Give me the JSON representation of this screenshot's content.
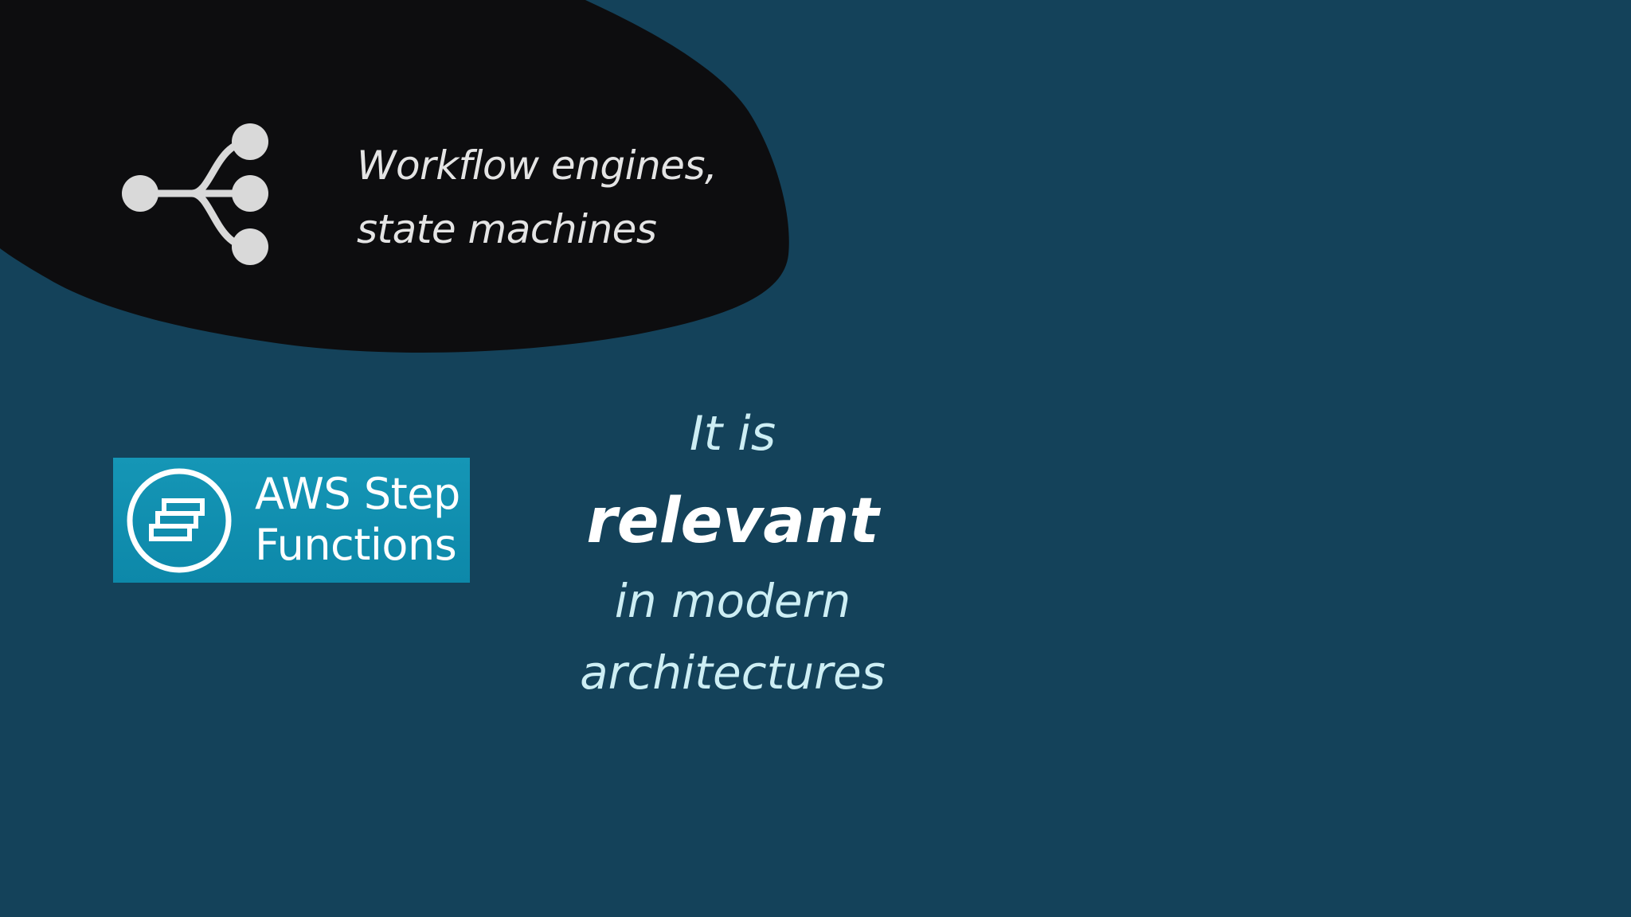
{
  "colors": {
    "background": "#14425a",
    "blob": "#0d0d0f",
    "icon": "#d9d9d9",
    "badge": "#0f8fb0",
    "accent_text": "#cdeef4"
  },
  "top_panel": {
    "icon_name": "branch-icon",
    "lines": [
      "Workflow engines,",
      "state machines"
    ]
  },
  "aws_badge": {
    "icon_name": "step-functions-logo",
    "title_lines": [
      "AWS Step",
      "Functions"
    ]
  },
  "statement": {
    "line1": "It is",
    "line2": "relevant",
    "line3": "in modern",
    "line4": "architectures"
  }
}
